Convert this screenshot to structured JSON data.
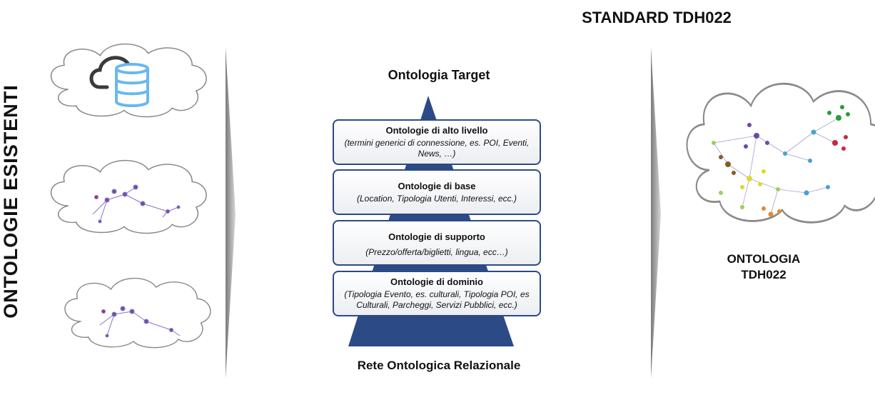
{
  "left_label": "ONTOLOGIE ESISTENTI",
  "standard_title": "STANDARD TDH022",
  "pyramid": {
    "top_label": "Ontologia Target",
    "bottom_label": "Rete Ontologica Relazionale",
    "layers": [
      {
        "title": "Ontologie di alto livello",
        "desc": "(termini generici di connessione, es. POI, Eventi, News, …)"
      },
      {
        "title": "Ontologie di base",
        "desc": "(Location, Tipologia Utenti, Interessi, ecc.)"
      },
      {
        "title": "Ontologie di supporto",
        "desc": "(Prezzo/offerta/biglietti, lingua, ecc…)"
      },
      {
        "title": "Ontologie di dominio",
        "desc": "(Tipologia Evento, es. culturali, Tipologia POI, es Culturali, Parcheggi, Servizi Pubblici, ecc.)"
      }
    ]
  },
  "result": {
    "line1": "ONTOLOGIA",
    "line2": "TDH022"
  },
  "icons": [
    "cloud-database-icon",
    "ontology-graph-icon"
  ],
  "colors": {
    "pyramid": "#2b4a86",
    "box_border": "#2b4a86",
    "db": "#6ab8ee",
    "cloud_icon": "#3a3a3a"
  }
}
